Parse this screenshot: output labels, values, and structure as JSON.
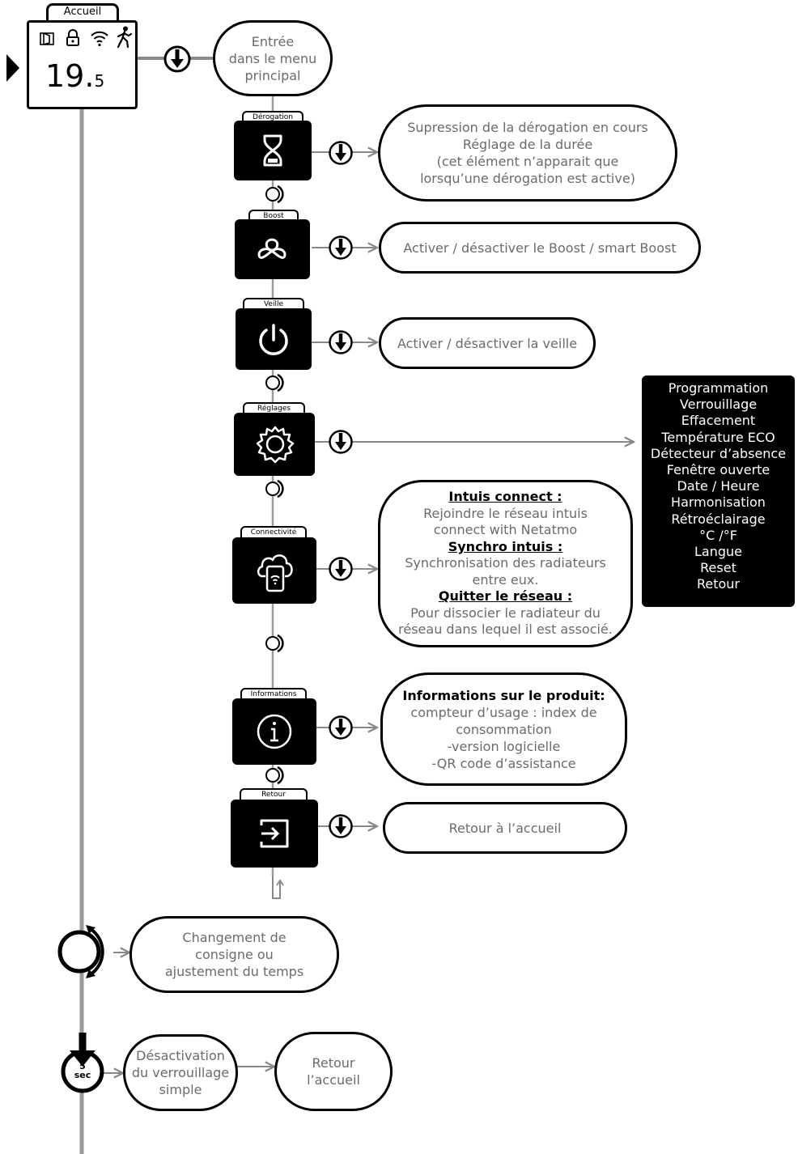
{
  "home": {
    "tab_label": "Accueil",
    "temperature_main": "19.",
    "temperature_decimal": "5"
  },
  "main_menu_entry": [
    "Entrée",
    "dans le menu",
    "principal"
  ],
  "blocks": {
    "derogation": "Dérogation",
    "boost": "Boost",
    "veille": "Veille",
    "reglages": "Réglages",
    "connectivite": "Connectivité",
    "informations": "Informations",
    "retour": "Retour"
  },
  "bubbles": {
    "derogation": [
      "Supression de la dérogation en cours",
      "Réglage de la durée",
      "(cet élément n’apparait que",
      "lorsqu’une dérogation est active)"
    ],
    "boost": [
      "Activer / désactiver le Boost / smart Boost"
    ],
    "veille": [
      "Activer / désactiver la veille"
    ],
    "connect": {
      "h1": "Intuis connect :",
      "l1": "Rejoindre le réseau  intuis",
      "l2": "connect with Netatmo",
      "h2": "Synchro intuis :",
      "l3": "Synchronisation des radiateurs",
      "l4": "entre eux.",
      "h3": "Quitter le réseau  :",
      "l5": "Pour dissocier le radiateur du",
      "l6": "réseau dans lequel il est associé."
    },
    "informations": {
      "h1": "Informations sur le produit:",
      "l1": "compteur d’usage : index de",
      "l2": "consommation",
      "l3": "-version logicielle",
      "l4": "-QR code d’assistance"
    },
    "retour": [
      "Retour à l’accueil"
    ],
    "consigne": [
      "Changement de",
      "consigne ou",
      "ajustement du temps"
    ],
    "verrouillage": [
      "Désactivation",
      "du verrouillage",
      "simple"
    ],
    "retour_accueil": [
      "Retour",
      "l’accueil"
    ]
  },
  "settings_list": [
    "Programmation",
    "Verrouillage",
    "Effacement",
    "Température ECO",
    "Détecteur d’absence",
    "Fenêtre ouverte",
    "Date / Heure",
    "Harmonisation",
    "Rétroéclairage",
    "°C /°F",
    "Langue",
    "Reset",
    "Retour"
  ],
  "long_press": {
    "number": "5",
    "unit": "sec"
  }
}
